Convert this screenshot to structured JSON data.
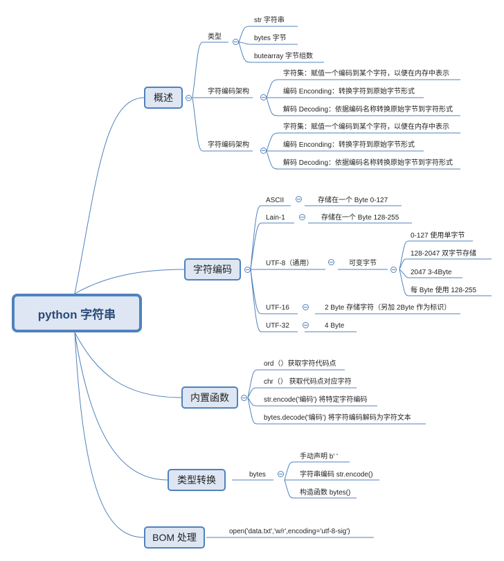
{
  "root": {
    "label": "python 字符串"
  },
  "branches": {
    "overview": {
      "label": "概述",
      "type": {
        "label": "类型",
        "items": [
          "str 字符串",
          "bytes 字节",
          "butearray 字节组数"
        ]
      },
      "arch1": {
        "label": "字符编码架构",
        "items": [
          "字符集：赋值一个编码到某个字符，以便在内存中表示",
          "编码 Enconding：转换字符到原始字节形式",
          "解码 Decoding：依据编码名称转换原始字节到字符形式"
        ]
      },
      "arch2": {
        "label": "字符编码架构",
        "items": [
          "字符集：赋值一个编码到某个字符，以便在内存中表示",
          "编码 Enconding：转换字符到原始字节形式",
          "解码 Decoding：依据编码名称转换原始字节到字符形式"
        ]
      }
    },
    "encoding": {
      "label": "字符编码",
      "ascii": {
        "label": "ASCII",
        "value": "存储在一个 Byte 0-127"
      },
      "latin": {
        "label": "Lain-1",
        "value": "存储在一个 Byte 128-255"
      },
      "utf8": {
        "label": "UTF-8（通用）",
        "sub": "可变字节",
        "items": [
          "0-127 使用单字节",
          "128-2047 双字节存储",
          "2047 3-4Byte",
          "每 Byte 使用 128-255"
        ]
      },
      "utf16": {
        "label": "UTF-16",
        "value": "2 Byte 存储字符（另加 2Byte 作为标识）"
      },
      "utf32": {
        "label": "UTF-32",
        "value": "4 Byte"
      }
    },
    "builtins": {
      "label": "内置函数",
      "items": [
        "ord（）获取字符代码点",
        "chr（） 获取代码点对应字符",
        "str.encode('编码') 将特定字符编码",
        "bytes.decode('编码') 将字符编码解码为字符文本"
      ]
    },
    "convert": {
      "label": "类型转换",
      "bytes": {
        "label": "bytes",
        "items": [
          "手动声明 b'  '",
          "字符串编码 str.encode()",
          "构造函数 bytes()"
        ]
      }
    },
    "bom": {
      "label": "BOM 处理",
      "items": [
        "open('data.txt','w/r',encoding='utf-8-sig')"
      ]
    }
  },
  "colors": {
    "line": "#4f81bd",
    "node_fill": "#dde6f2",
    "root_text": "#2b4a78"
  },
  "icons": {
    "toggle": "collapse-minus-icon"
  }
}
